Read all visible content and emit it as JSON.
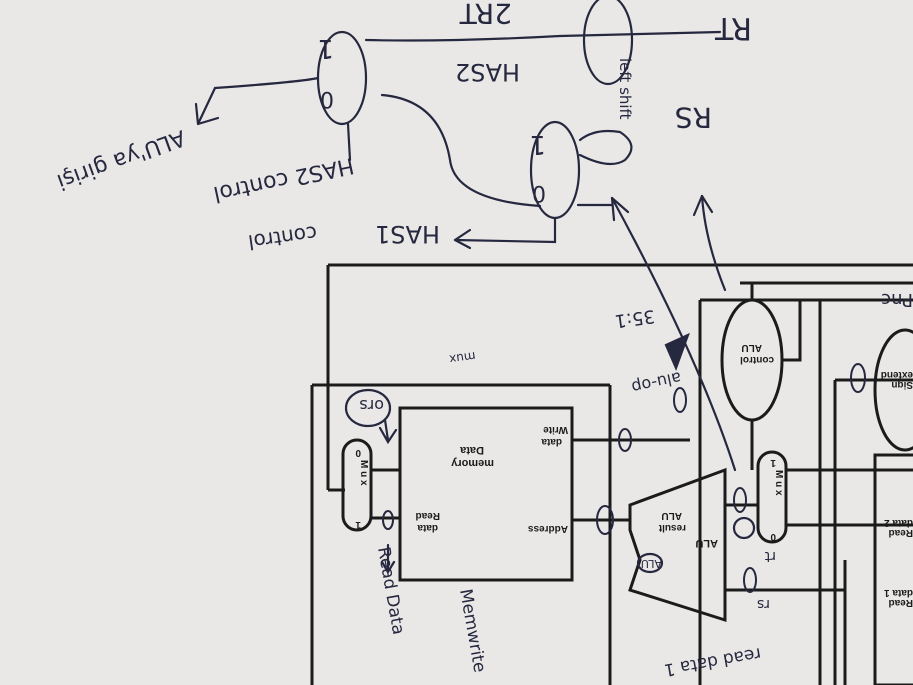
{
  "handwritten": {
    "rt_top": "RT",
    "two_rt": "2RT",
    "left_shift": "left shift",
    "mux_top_one": "1",
    "mux_top_zero": "0",
    "has2": "HAS2",
    "rs": "RS",
    "mux_rs_one": "1",
    "mux_rs_zero": "0",
    "alu_input": "ALU'ya girişi",
    "has2_control": "HAS2 control",
    "has1": "HAS1",
    "has1_control": "control",
    "bit_label": "35:1",
    "alu_op": "alu-op",
    "ors": "ors",
    "mux_label": "mux",
    "read_data": "Read Data",
    "memwrite": "Memwrite",
    "read_data_1": "read data 1",
    "alu_zero": "ALU",
    "rt_mark": "rt",
    "rs_mark": "rs",
    "pnc": "Pnc"
  },
  "printed": {
    "data_memory_l1": "Data",
    "data_memory_l2": "memory",
    "write_data_l1": "Write",
    "write_data_l2": "data",
    "address": "Address",
    "read_data_l1": "Read",
    "read_data_l2": "data",
    "alu_control_l1": "ALU",
    "alu_control_l2": "control",
    "alu": "ALU",
    "alu_result_l1": "ALU",
    "alu_result_l2": "result",
    "mux_right": "M u x",
    "mux_right_top": "1",
    "mux_right_bottom": "0",
    "mux_left": "M u x",
    "mux_left_top": "0",
    "mux_left_bottom": "1",
    "sign_extend_l1": "Sign",
    "sign_extend_l2": "extend",
    "read_data_2_l1": "Read",
    "read_data_2_l2": "data 2",
    "read_data_1_l1": "Read",
    "read_data_1_l2": "data 1"
  },
  "colors": {
    "paper": "#e9e8e6",
    "ink": "#262840",
    "print": "#1b1b1b"
  }
}
